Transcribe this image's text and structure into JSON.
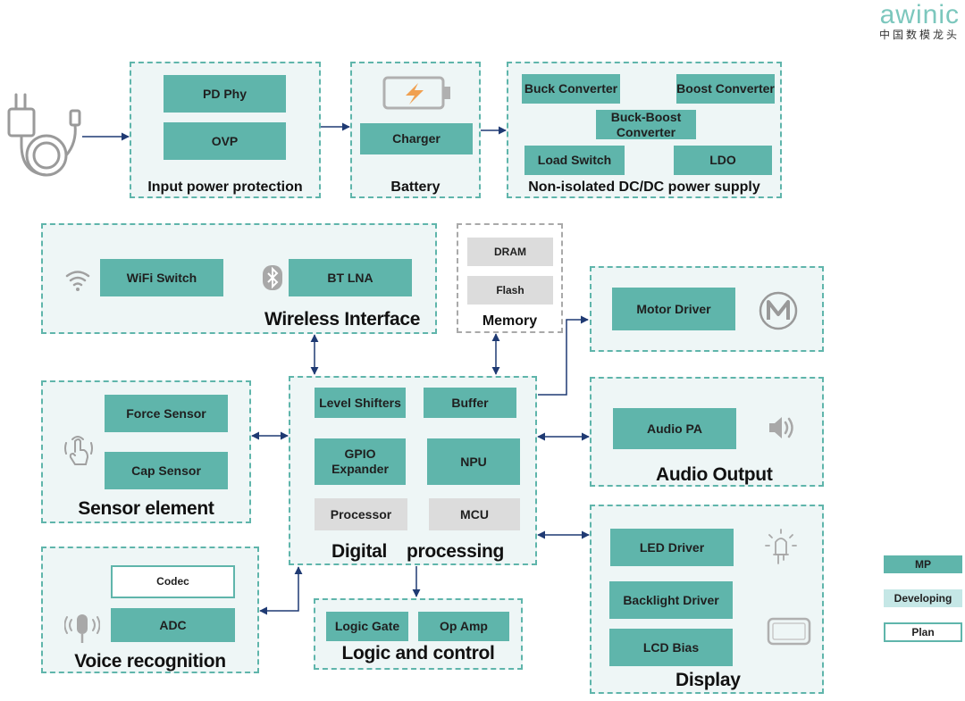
{
  "brand": {
    "name": "awinic",
    "tagline": "中国数模龙头"
  },
  "groups": {
    "input_power": {
      "label": "Input power protection",
      "blocks": [
        "PD Phy",
        "OVP"
      ]
    },
    "battery": {
      "label": "Battery",
      "blocks": [
        "Charger"
      ]
    },
    "dcdc": {
      "label": "Non-isolated DC/DC power supply",
      "blocks": [
        "Buck Converter",
        "Boost Converter",
        "Buck-Boost Converter",
        "Load Switch",
        "LDO"
      ]
    },
    "wireless": {
      "label": "Wireless Interface",
      "blocks": [
        "WiFi Switch",
        "BT LNA"
      ]
    },
    "memory": {
      "label": "Memory",
      "blocks": [
        "DRAM",
        "Flash"
      ]
    },
    "motor": {
      "blocks": [
        "Motor Driver"
      ]
    },
    "sensor": {
      "label": "Sensor element",
      "blocks": [
        "Force Sensor",
        "Cap Sensor"
      ]
    },
    "digital": {
      "label_left": "Digital",
      "label_right": "processing",
      "blocks": [
        "Level Shifters",
        "Buffer",
        "GPIO Expander",
        "NPU",
        "Processor",
        "MCU"
      ]
    },
    "audio": {
      "label": "Audio Output",
      "blocks": [
        "Audio PA"
      ]
    },
    "voice": {
      "label": "Voice recognition",
      "blocks": [
        "Codec",
        "ADC"
      ]
    },
    "logic": {
      "label": "Logic and control",
      "blocks": [
        "Logic Gate",
        "Op Amp"
      ]
    },
    "display": {
      "label": "Display",
      "blocks": [
        "LED Driver",
        "Backlight Driver",
        "LCD Bias"
      ]
    }
  },
  "legend": [
    "MP",
    "Developing",
    "Plan"
  ],
  "icons": [
    "charger-plug-icon",
    "battery-icon",
    "wifi-icon",
    "bluetooth-icon",
    "motor-icon",
    "touch-hand-icon",
    "speaker-icon",
    "microphone-icon",
    "led-icon",
    "lcd-panel-icon"
  ],
  "colors": {
    "mp": "#5fb5ab",
    "developing": "#c5e7e6",
    "plan_border": "#5fb5ab",
    "arrow": "#1f3a73",
    "group_bg": "#eef6f6"
  }
}
